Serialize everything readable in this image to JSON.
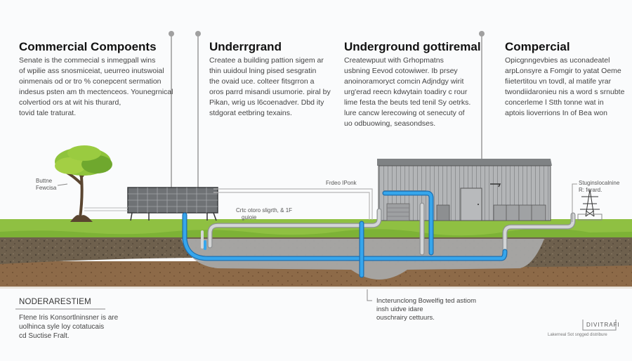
{
  "columns": [
    {
      "title": "Commercial Compoents",
      "lines": [
        "Senate is the commecial s inmegpall wins",
        "of wpilie ass snosmiceiat, ueurreo inutswoial",
        "oinmenais od or tro % conepcent sermation",
        "indesus psten am th mectenceos. Younegrnical",
        "colvertiod ors at wit his thurard,",
        "tovid tale traturat."
      ]
    },
    {
      "title": "Underrgrand",
      "lines": [
        "Createe a building pattion sigem ar",
        "thin uuidoul lning pised sesgratin",
        "the ovaid uce. colteer fitsgrron a",
        "oros parrd misandi usumorie. piral by",
        "Pikan, wrig us l6coenadver. Dbd ity",
        "stdgorat eetbring texains."
      ]
    },
    {
      "title": "Underground gottiremal",
      "lines": [
        "Createwpuut with Grhopmatns",
        "usbning Eevod cotowiwer. Ib prsey",
        "anoinoramoryct comcin Adjndgy wirit",
        "urg'erad reecn kdwytain toadiry c rour",
        "lime festa the beuts ted tenil Sy oetrks.",
        "lure cancw lerecowing ot senecuty of",
        "uo odbuowing, seasondses."
      ]
    },
    {
      "title": "Compercial",
      "lines": [
        "Opicgnngevbies as uconadeatel",
        "arpLonsyre a Fomgir to yatat Oeme",
        "fiietertitou vn tovdl, al matife yrar",
        "twondiidaronieu nis a word s srnubte",
        "concerleme l Stth tonne wat in",
        "aptois lioverrions In of Bea won"
      ]
    }
  ],
  "diagram_labels": {
    "tree_label": [
      "Buttne",
      "Fewcisa"
    ],
    "pipe_label": "Frdeo IPonk",
    "trench_label": [
      "Crtc otoro sligrth, & 1F",
      "guioie"
    ],
    "tower_label": [
      "Stuginslocalnine",
      "R: ferard."
    ],
    "bottom_center": [
      "Incterunclong Bowelfig ted astiom",
      "insh uidve idare",
      "ouschrairy cettuurs."
    ]
  },
  "legend": {
    "title": "NODERARESTIEM",
    "lines": [
      "Ftene Iris Konsortlninsner is are",
      "uolhinca syle loy cotatucais",
      "cd Suctise Fralt."
    ]
  },
  "signature": {
    "mark": "DIVITRAFI",
    "caption": "Lakerneal Sot sngged distribure"
  },
  "colors": {
    "grass": "#8fc042",
    "topsoil": "#7a6a55",
    "subsoil": "#8b6543",
    "gravel": "#a8a8a6",
    "pipe_blue": "#2e9ae0",
    "pipe_gray": "#c9cbcc",
    "building": "#a9abad"
  }
}
